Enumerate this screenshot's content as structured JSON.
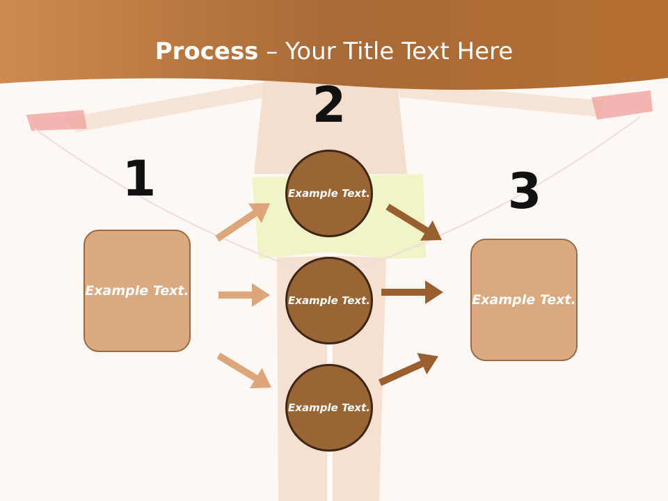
{
  "header": {
    "title_bold": "Process",
    "title_rest": " – Your Title Text Here"
  },
  "steps": {
    "one": {
      "number": "1",
      "text": "Example Text."
    },
    "two": {
      "number": "2",
      "circles": [
        "Example Text.",
        "Example Text.",
        "Example Text."
      ]
    },
    "three": {
      "number": "3",
      "text": "Example Text."
    }
  },
  "colors": {
    "header_band": "#b8702f",
    "box_fill": "#dba97f",
    "circle_fill": "#9a6535",
    "arrow_light": "#dda57a",
    "arrow_dark": "#9a5f2f"
  }
}
